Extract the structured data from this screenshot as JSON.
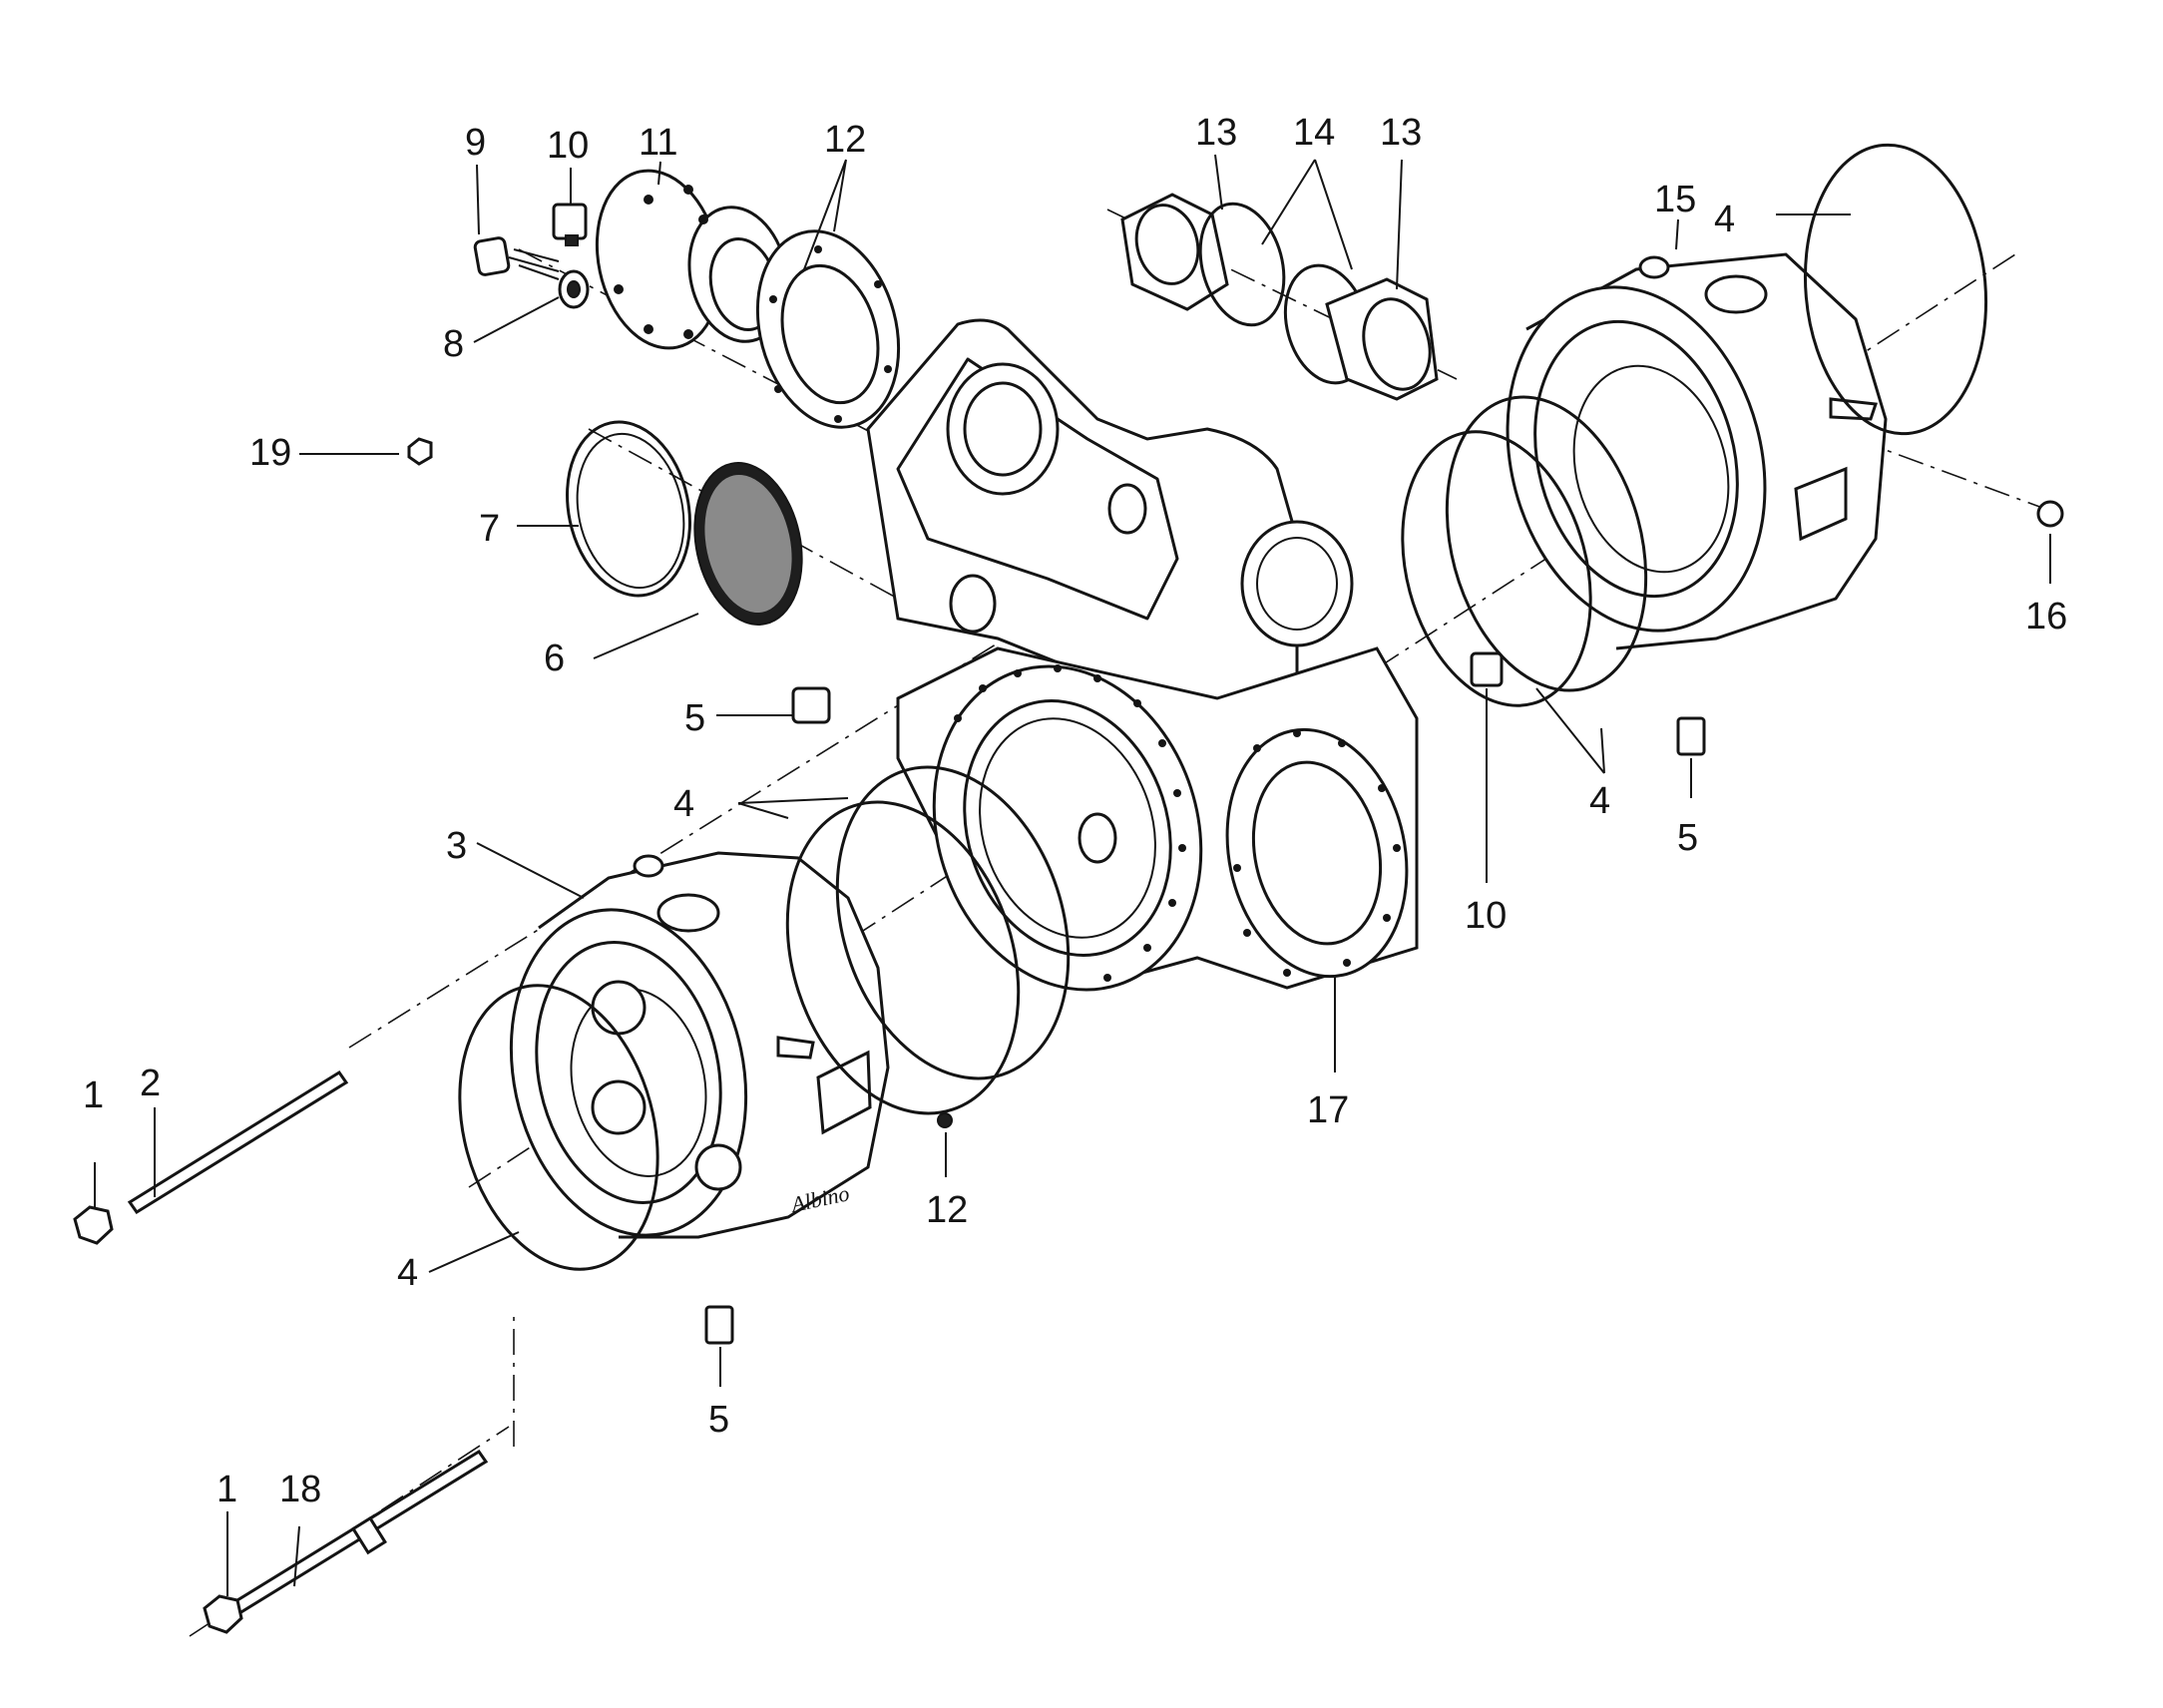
{
  "callouts": [
    {
      "id": "c-9",
      "text": "9"
    },
    {
      "id": "c-10a",
      "text": "10"
    },
    {
      "id": "c-11",
      "text": "11"
    },
    {
      "id": "c-12a",
      "text": "12"
    },
    {
      "id": "c-13a",
      "text": "13"
    },
    {
      "id": "c-14",
      "text": "14"
    },
    {
      "id": "c-13b",
      "text": "13"
    },
    {
      "id": "c-15",
      "text": "15"
    },
    {
      "id": "c-4a",
      "text": "4"
    },
    {
      "id": "c-8",
      "text": "8"
    },
    {
      "id": "c-19",
      "text": "19"
    },
    {
      "id": "c-7",
      "text": "7"
    },
    {
      "id": "c-6",
      "text": "6"
    },
    {
      "id": "c-5a",
      "text": "5"
    },
    {
      "id": "c-4b",
      "text": "4"
    },
    {
      "id": "c-3",
      "text": "3"
    },
    {
      "id": "c-16",
      "text": "16"
    },
    {
      "id": "c-4c",
      "text": "4"
    },
    {
      "id": "c-5b",
      "text": "5"
    },
    {
      "id": "c-10b",
      "text": "10"
    },
    {
      "id": "c-17",
      "text": "17"
    },
    {
      "id": "c-1a",
      "text": "1"
    },
    {
      "id": "c-2",
      "text": "2"
    },
    {
      "id": "c-12b",
      "text": "12"
    },
    {
      "id": "c-4d",
      "text": "4"
    },
    {
      "id": "c-5c",
      "text": "5"
    },
    {
      "id": "c-1b",
      "text": "1"
    },
    {
      "id": "c-18",
      "text": "18"
    }
  ],
  "signature": "Albino"
}
